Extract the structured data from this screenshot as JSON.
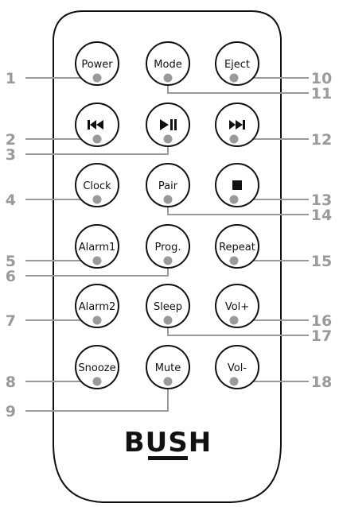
{
  "brand": {
    "name": "BUSH"
  },
  "buttons": [
    {
      "id": "power",
      "label": "Power",
      "icon": ""
    },
    {
      "id": "mode",
      "label": "Mode",
      "icon": ""
    },
    {
      "id": "eject",
      "label": "Eject",
      "icon": ""
    },
    {
      "id": "prev",
      "label": "",
      "icon": "skip-back-icon"
    },
    {
      "id": "play",
      "label": "",
      "icon": "play-pause-icon"
    },
    {
      "id": "next",
      "label": "",
      "icon": "skip-forward-icon"
    },
    {
      "id": "clock",
      "label": "Clock",
      "icon": ""
    },
    {
      "id": "pair",
      "label": "Pair",
      "icon": ""
    },
    {
      "id": "stop",
      "label": "",
      "icon": "stop-icon"
    },
    {
      "id": "alarm1",
      "label": "Alarm1",
      "icon": ""
    },
    {
      "id": "prog",
      "label": "Prog.",
      "icon": ""
    },
    {
      "id": "repeat",
      "label": "Repeat",
      "icon": ""
    },
    {
      "id": "alarm2",
      "label": "Alarm2",
      "icon": ""
    },
    {
      "id": "sleep",
      "label": "Sleep",
      "icon": ""
    },
    {
      "id": "volup",
      "label": "Vol+",
      "icon": ""
    },
    {
      "id": "snooze",
      "label": "Snooze",
      "icon": ""
    },
    {
      "id": "mute",
      "label": "Mute",
      "icon": ""
    },
    {
      "id": "voldown",
      "label": "Vol-",
      "icon": ""
    }
  ],
  "callouts": [
    {
      "number": "1",
      "button": "power"
    },
    {
      "number": "2",
      "button": "prev"
    },
    {
      "number": "3",
      "button": "play"
    },
    {
      "number": "4",
      "button": "clock"
    },
    {
      "number": "5",
      "button": "alarm1"
    },
    {
      "number": "6",
      "button": "prog"
    },
    {
      "number": "7",
      "button": "alarm2"
    },
    {
      "number": "8",
      "button": "snooze"
    },
    {
      "number": "9",
      "button": "mute"
    },
    {
      "number": "10",
      "button": "eject"
    },
    {
      "number": "11",
      "button": "mode"
    },
    {
      "number": "12",
      "button": "next"
    },
    {
      "number": "13",
      "button": "stop"
    },
    {
      "number": "14",
      "button": "pair"
    },
    {
      "number": "15",
      "button": "repeat"
    },
    {
      "number": "16",
      "button": "volup"
    },
    {
      "number": "17",
      "button": "sleep"
    },
    {
      "number": "18",
      "button": "voldown"
    }
  ],
  "colors": {
    "outline": "#111111",
    "callout": "#9a9a9a",
    "dot": "#9a9a9a"
  }
}
